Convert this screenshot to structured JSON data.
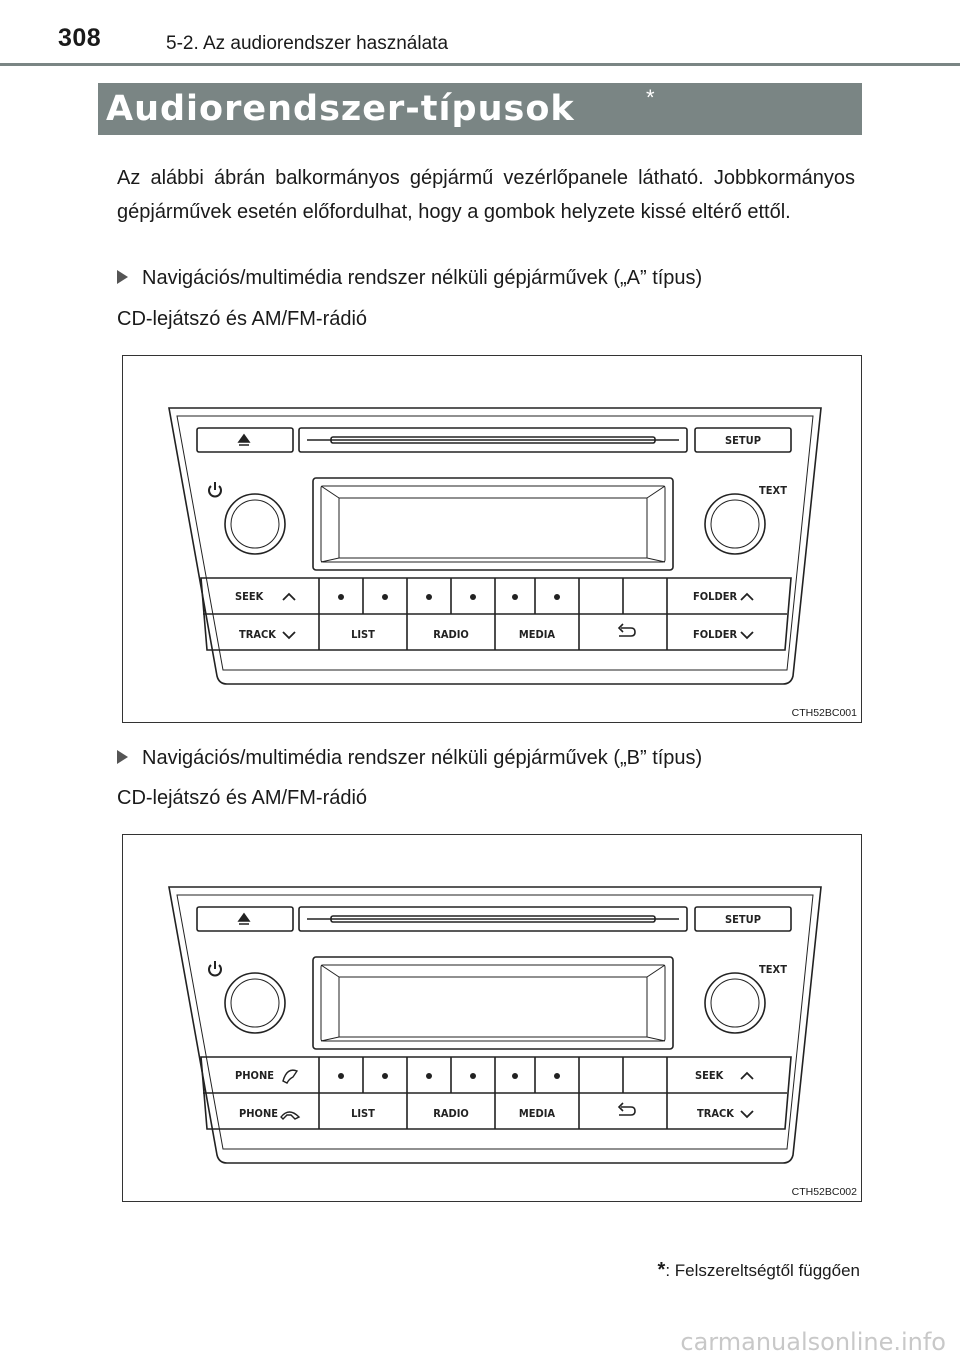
{
  "header": {
    "page_number": "308",
    "chapter": "5-2. Az audiorendszer használata"
  },
  "section": {
    "title": "Audiorendszer-típusok",
    "title_mark": "*"
  },
  "intro": "Az alábbi ábrán balkormányos gépjármű vezérlőpanele látható. Jobbkormányos gépjárművek esetén előfordulhat, hogy a gombok helyzete kissé eltérő ettől.",
  "variants": [
    {
      "bullet": "Navigációs/multimédia rendszer nélküli gépjárművek („A” típus)",
      "subtitle": "CD-lejátszó és AM/FM-rádió",
      "figure_code": "CTH52BC001",
      "labels": {
        "setup": "SETUP",
        "text": "TEXT",
        "top_left": "SEEK",
        "top_right": "FOLDER",
        "bottom_left": "TRACK",
        "list": "LIST",
        "radio": "RADIO",
        "media": "MEDIA",
        "bottom_right": "FOLDER"
      }
    },
    {
      "bullet": "Navigációs/multimédia rendszer nélküli gépjárművek („B” típus)",
      "subtitle": "CD-lejátszó és AM/FM-rádió",
      "figure_code": "CTH52BC002",
      "labels": {
        "setup": "SETUP",
        "text": "TEXT",
        "top_left": "PHONE",
        "top_right": "SEEK",
        "bottom_left": "PHONE",
        "list": "LIST",
        "radio": "RADIO",
        "media": "MEDIA",
        "bottom_right": "TRACK"
      }
    }
  ],
  "footnote": {
    "mark": "*",
    "text": ": Felszereltségtől függően"
  },
  "watermark": "carmanualsonline.info"
}
